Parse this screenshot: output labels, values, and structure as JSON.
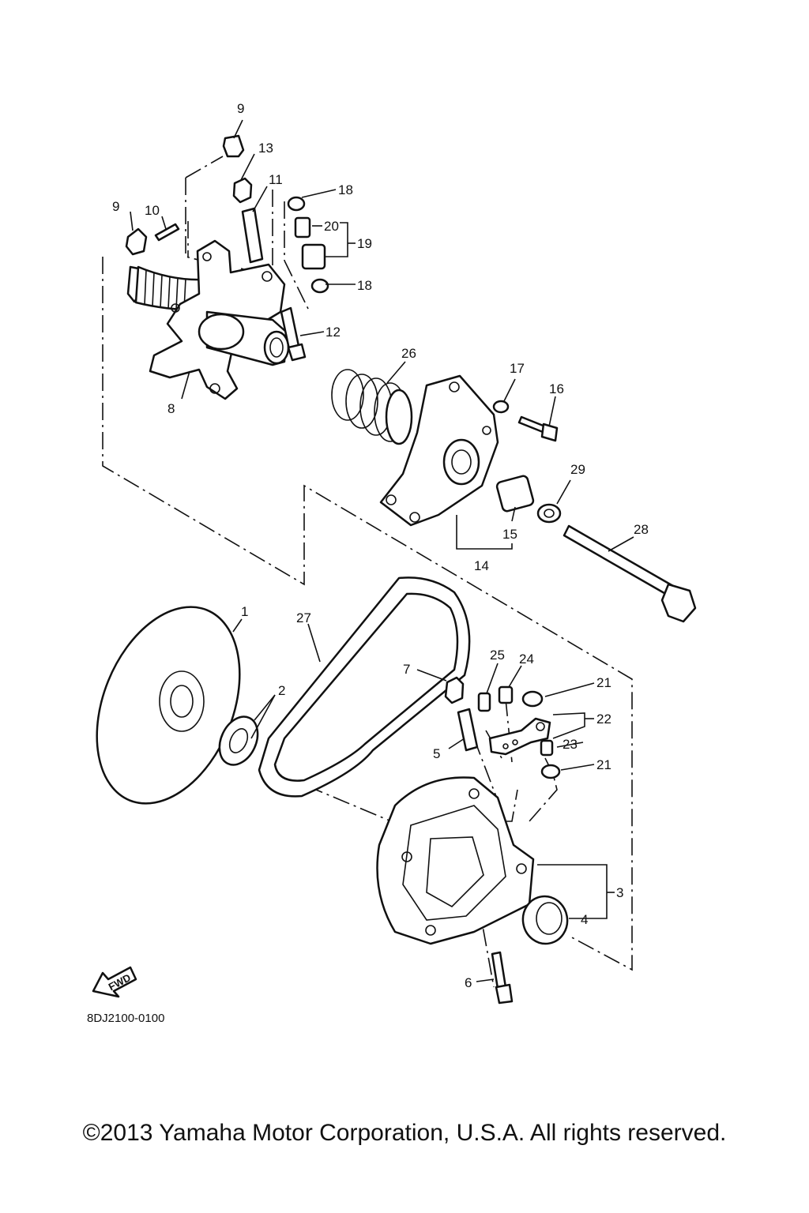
{
  "labels": {
    "n1": "1",
    "n2": "2",
    "n3": "3",
    "n4": "4",
    "n5": "5",
    "n6": "6",
    "n7": "7",
    "n8": "8",
    "n9a": "9",
    "n9b": "9",
    "n10": "10",
    "n11": "11",
    "n12": "12",
    "n13": "13",
    "n14": "14",
    "n15": "15",
    "n16": "16",
    "n17": "17",
    "n18a": "18",
    "n18b": "18",
    "n19": "19",
    "n20": "20",
    "n21a": "21",
    "n21b": "21",
    "n22": "22",
    "n23": "23",
    "n24": "24",
    "n25": "25",
    "n26": "26",
    "n27": "27",
    "n28": "28",
    "n29": "29"
  },
  "fwd_label": "FWD",
  "diagram_code": "8DJ2100-0100",
  "copyright": "©2013 Yamaha Motor Corporation, U.S.A. All rights reserved."
}
